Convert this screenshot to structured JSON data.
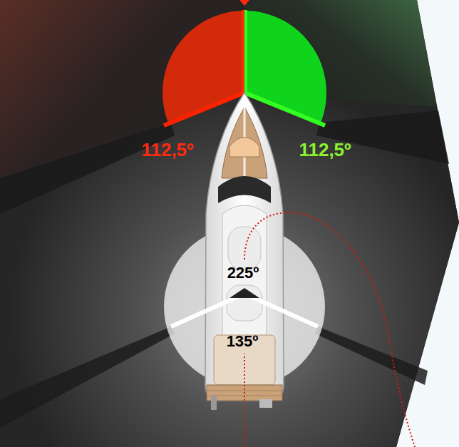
{
  "diagram": {
    "labels": [
      "112,5º",
      "112,5º",
      "225º",
      "135º"
    ]
  }
}
